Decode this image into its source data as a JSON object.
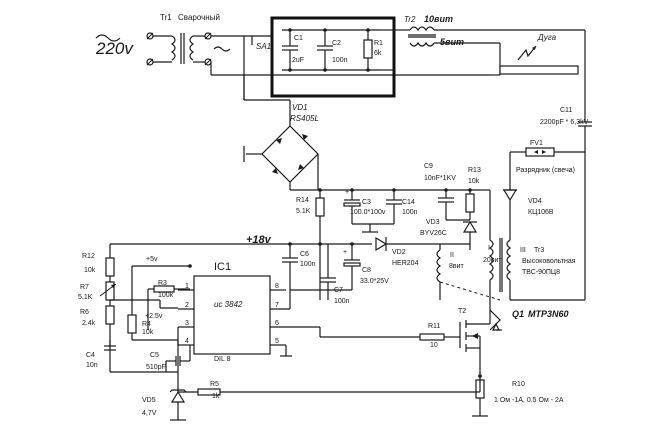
{
  "mains": {
    "voltage": "220v"
  },
  "tr1": {
    "ref": "Tr1",
    "name": "Сварочный"
  },
  "sa1": {
    "ref": "SA1"
  },
  "c1": {
    "ref": "C1",
    "value": "2uF"
  },
  "c2": {
    "ref": "C2",
    "value": "100n"
  },
  "r1": {
    "ref": "R1",
    "value": "6k"
  },
  "tr2": {
    "ref": "Tr2",
    "turns1": "10вит",
    "turns2": "5вит"
  },
  "arc": {
    "label": "Дуга"
  },
  "c11": {
    "ref": "C11",
    "value": "2200pF * 6,3kV"
  },
  "fv1": {
    "ref": "FV1",
    "desc": "Разрядник (свеча)"
  },
  "vd1": {
    "ref": "VD1",
    "part": "RS405L"
  },
  "vd4": {
    "ref": "VD4",
    "part": "КЦ106В"
  },
  "tr3": {
    "ref": "Tr3",
    "desc": "Высоковольтная",
    "part": "ТВС-90ПЦ8",
    "w1": "I",
    "w2": "II",
    "w3": "III",
    "t1": "20вит",
    "t2": "8вит"
  },
  "c9": {
    "ref": "C9",
    "value": "10nF*1KV"
  },
  "r13": {
    "ref": "R13",
    "value": "10k"
  },
  "r14": {
    "ref": "R14",
    "value": "5.1K"
  },
  "c3": {
    "ref": "C3",
    "value": "100.0*100v",
    "pol": "+"
  },
  "c14": {
    "ref": "C14",
    "value": "100n"
  },
  "vd3": {
    "ref": "VD3",
    "part": "BYV26C"
  },
  "rail": {
    "label": "+18v"
  },
  "vd2": {
    "ref": "VD2",
    "part": "HER204"
  },
  "c6": {
    "ref": "C6",
    "value": "100n"
  },
  "c7": {
    "ref": "C7",
    "value": "100n"
  },
  "c8": {
    "ref": "C8",
    "value": "33.0*25V",
    "pol": "+"
  },
  "r12": {
    "ref": "R12",
    "value": "10k"
  },
  "r7": {
    "ref": "R7",
    "value": "5.1K"
  },
  "r6": {
    "ref": "R6",
    "value": "2.4k"
  },
  "c4": {
    "ref": "C4",
    "value": "10n"
  },
  "r3": {
    "ref": "R3",
    "value": "100k"
  },
  "r4": {
    "ref": "R4",
    "value": "10k"
  },
  "c5": {
    "ref": "C5",
    "value": "510pF"
  },
  "vd5": {
    "ref": "VD5",
    "value": "4,7V"
  },
  "r5": {
    "ref": "R5",
    "value": "1k"
  },
  "ic1": {
    "ref": "IC1",
    "part": "uc 3842",
    "pkg": "DIL 8",
    "plus5": "+5v",
    "plus25": "+2.5v",
    "pins": [
      "1",
      "2",
      "3",
      "4",
      "5",
      "6",
      "7",
      "8"
    ]
  },
  "r11": {
    "ref": "R11",
    "value": "10"
  },
  "t2": {
    "ref": "T2"
  },
  "q1": {
    "ref": "Q1",
    "part": "МТР3N60"
  },
  "r10": {
    "ref": "R10",
    "value": "1 Ом -1A, 0.5 Ом - 2A"
  }
}
